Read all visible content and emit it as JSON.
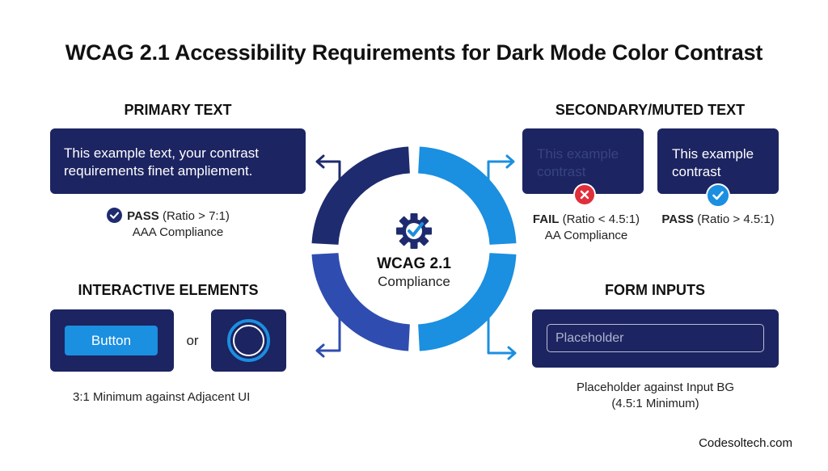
{
  "title": "WCAG 2.1 Accessibility Requirements for Dark Mode Color Contrast",
  "center": {
    "line1": "WCAG 2.1",
    "line2": "Compliance"
  },
  "primary": {
    "heading": "PRIMARY TEXT",
    "card_line1": "This  example text, your contrast",
    "card_line2": "requirements finet ampliement.",
    "status_label": "PASS",
    "status_ratio": " (Ratio > 7:1)",
    "level": "AAA Compliance"
  },
  "secondary": {
    "heading": "SECONDARY/MUTED TEXT",
    "fail_card_line1": "This  example",
    "fail_card_line2": "contrast",
    "fail_label": "FAIL",
    "fail_ratio": " (Ratio < 4.5:1)",
    "fail_level": "AA Compliance",
    "pass_card_line1": "This  example",
    "pass_card_line2": "contrast",
    "pass_label": "PASS",
    "pass_ratio": " (Ratio > 4.5:1)"
  },
  "interactive": {
    "heading": "INTERACTIVE ELEMENTS",
    "button_label": "Button",
    "or": "or",
    "caption": "3:1 Minimum against Adjacent UI"
  },
  "form": {
    "heading": "FORM INPUTS",
    "placeholder": "Placeholder",
    "caption_line1": "Placeholder against Input BG",
    "caption_line2": "(4.5:1 Minimum)"
  },
  "footer": {
    "brand": "Codesoltech.com"
  },
  "colors": {
    "navy": "#1c2461",
    "ring_dark": "#1e2b6e",
    "ring_mid": "#2f4db0",
    "ring_light": "#1b8fe0",
    "fail_red": "#e02f3a",
    "pass_blue": "#1b8fe0"
  },
  "icons": [
    "check-circle-icon",
    "x-circle-icon",
    "gear-check-icon",
    "arrow-icon"
  ]
}
